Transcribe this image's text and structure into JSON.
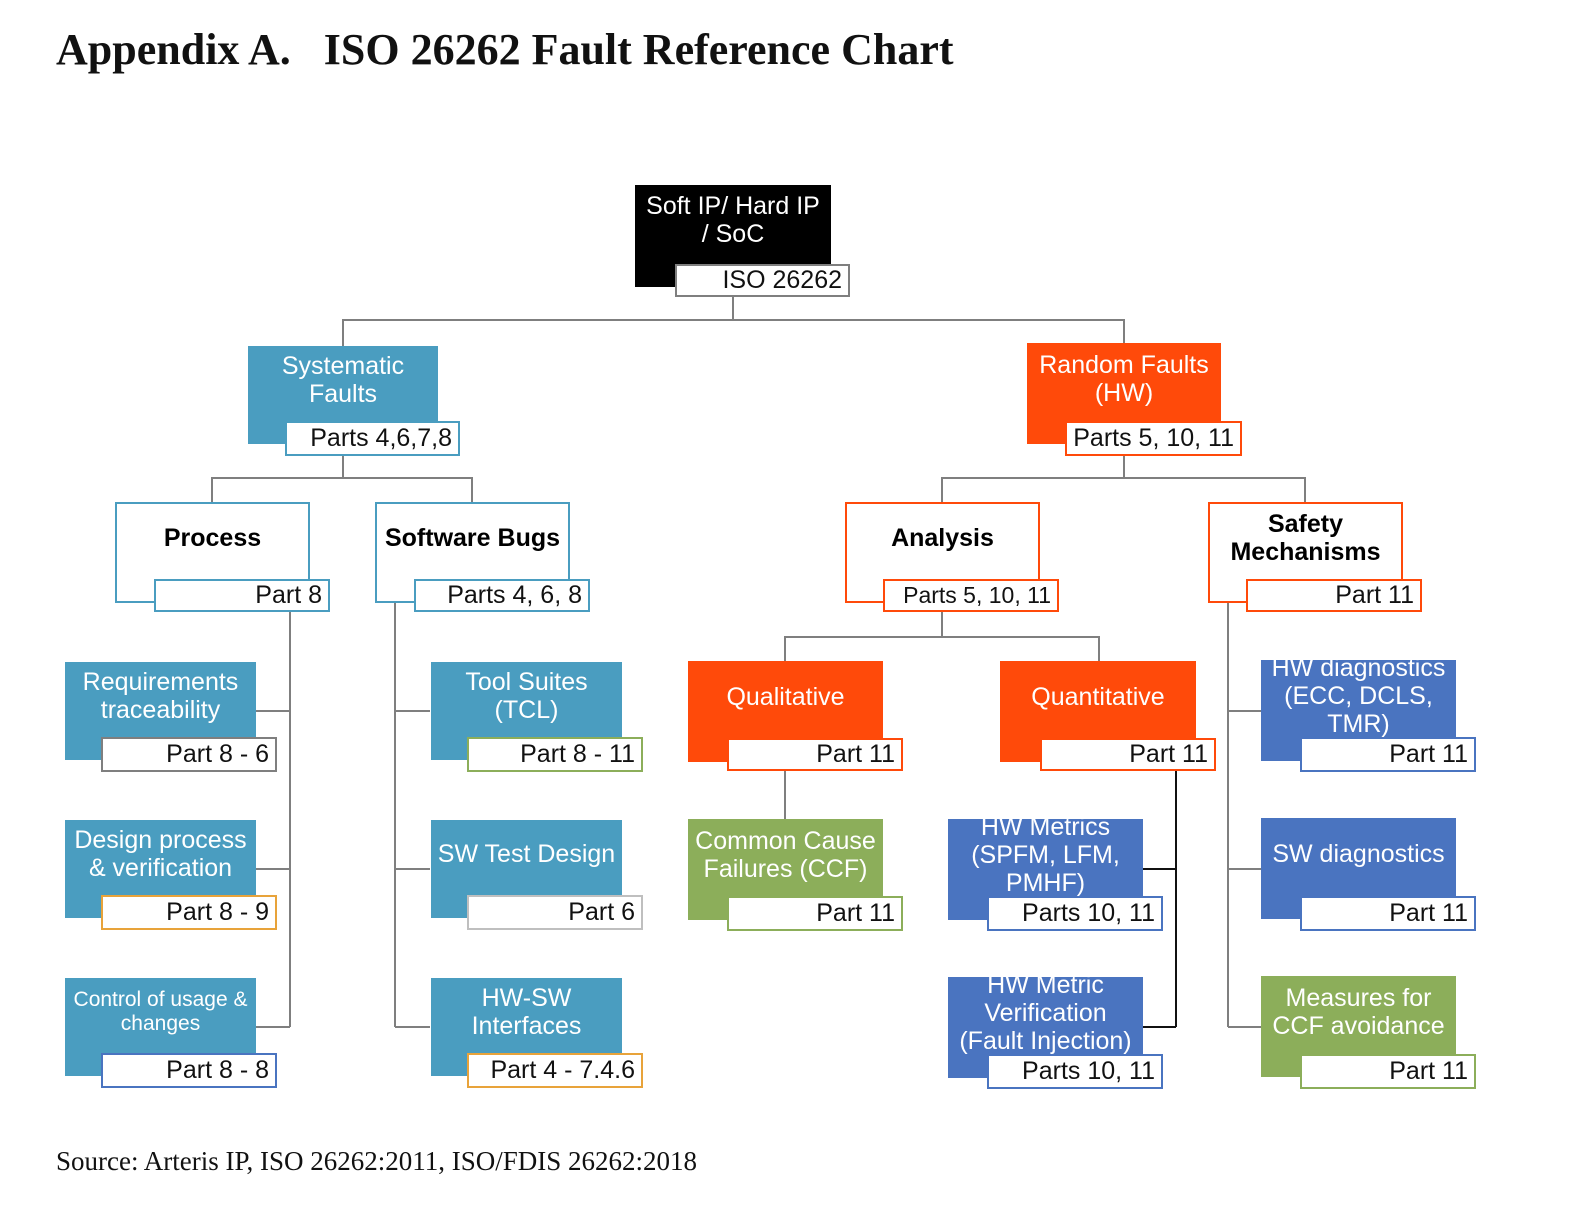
{
  "title": "Appendix A.   ISO 26262 Fault Reference Chart",
  "source": "Source: Arteris IP, ISO 26262:2011, ISO/FDIS 26262:2018",
  "colors": {
    "teal": "#4a9dc0",
    "orange": "#ff4a0a",
    "navy": "#4a74c0",
    "green": "#8cae5a",
    "black": "#000000",
    "connector": "#7f7f7f"
  },
  "nodes": {
    "root": {
      "label": "Soft IP/ Hard IP / SoC",
      "tag": "ISO 26262"
    },
    "systematic": {
      "label": "Systematic Faults",
      "tag": "Parts 4,6,7,8"
    },
    "random": {
      "label": "Random Faults (HW)",
      "tag": "Parts 5, 10, 11"
    },
    "process": {
      "label": "Process",
      "tag": "Part 8"
    },
    "software_bugs": {
      "label": "Software Bugs",
      "tag": "Parts 4, 6, 8"
    },
    "analysis": {
      "label": "Analysis",
      "tag": "Parts 5, 10, 11"
    },
    "safety_mechanisms": {
      "label": "Safety Mechanisms",
      "tag": "Part 11"
    },
    "requirements": {
      "label": "Requirements traceability",
      "tag": "Part 8 - 6"
    },
    "design_process": {
      "label": "Design process & verification",
      "tag": "Part 8 - 9"
    },
    "control_usage": {
      "label": "Control of usage & changes",
      "tag": "Part 8 - 8"
    },
    "tool_suites": {
      "label": "Tool Suites (TCL)",
      "tag": "Part 8 - 11"
    },
    "sw_test_design": {
      "label": "SW Test Design",
      "tag": "Part 6"
    },
    "hw_sw_interfaces": {
      "label": "HW-SW Interfaces",
      "tag": "Part 4 - 7.4.6"
    },
    "qualitative": {
      "label": "Qualitative",
      "tag": "Part 11"
    },
    "quantitative": {
      "label": "Quantitative",
      "tag": "Part 11"
    },
    "ccf": {
      "label": "Common Cause Failures (CCF)",
      "tag": "Part 11"
    },
    "hw_metrics": {
      "label": "HW Metrics (SPFM, LFM, PMHF)",
      "tag": "Parts 10, 11"
    },
    "hw_metric_verification": {
      "label": "HW Metric Verification (Fault Injection)",
      "tag": "Parts 10, 11"
    },
    "hw_diagnostics": {
      "label": "HW diagnostics (ECC, DCLS, TMR)",
      "tag": "Part 11"
    },
    "sw_diagnostics": {
      "label": "SW diagnostics",
      "tag": "Part 11"
    },
    "measures_ccf": {
      "label": "Measures for CCF avoidance",
      "tag": "Part 11"
    }
  }
}
